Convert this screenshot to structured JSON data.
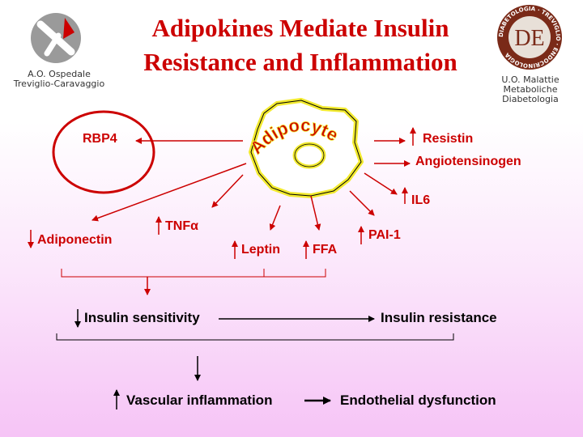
{
  "title": {
    "line1": "Adipokines Mediate Insulin",
    "line2": "Resistance and Inflammation"
  },
  "logo_left": {
    "line1": "A.O. Ospedale",
    "line2": "Treviglio-Caravaggio"
  },
  "logo_right": {
    "line1": "U.O. Malattie",
    "line2": "Metaboliche",
    "line3": "Diabetologia",
    "ring_text": "DIABETOLOGIA · TREVIGLIO · ENDOCRINOLOGIA",
    "emblem": "DE"
  },
  "diagram": {
    "adipocyte": "Adipocyte",
    "rbp4": "RBP4",
    "resistin": "Resistin",
    "angiotensinogen": "Angiotensinogen",
    "il6": "IL6",
    "pai1": "PAI-1",
    "adiponectin": "Adiponectin",
    "tnf": "TNFα",
    "leptin": "Leptin",
    "ffa": "FFA",
    "insulin_sensitivity": "Insulin sensitivity",
    "insulin_resistance": "Insulin resistance",
    "vascular_inflammation": "Vascular inflammation",
    "endothelial_dysfunction": "Endothelial dysfunction"
  },
  "colors": {
    "accent_red": "#cc0000",
    "adipocyte_yellow": "#f2ea2e",
    "background_pink": "#f6c4f6"
  }
}
